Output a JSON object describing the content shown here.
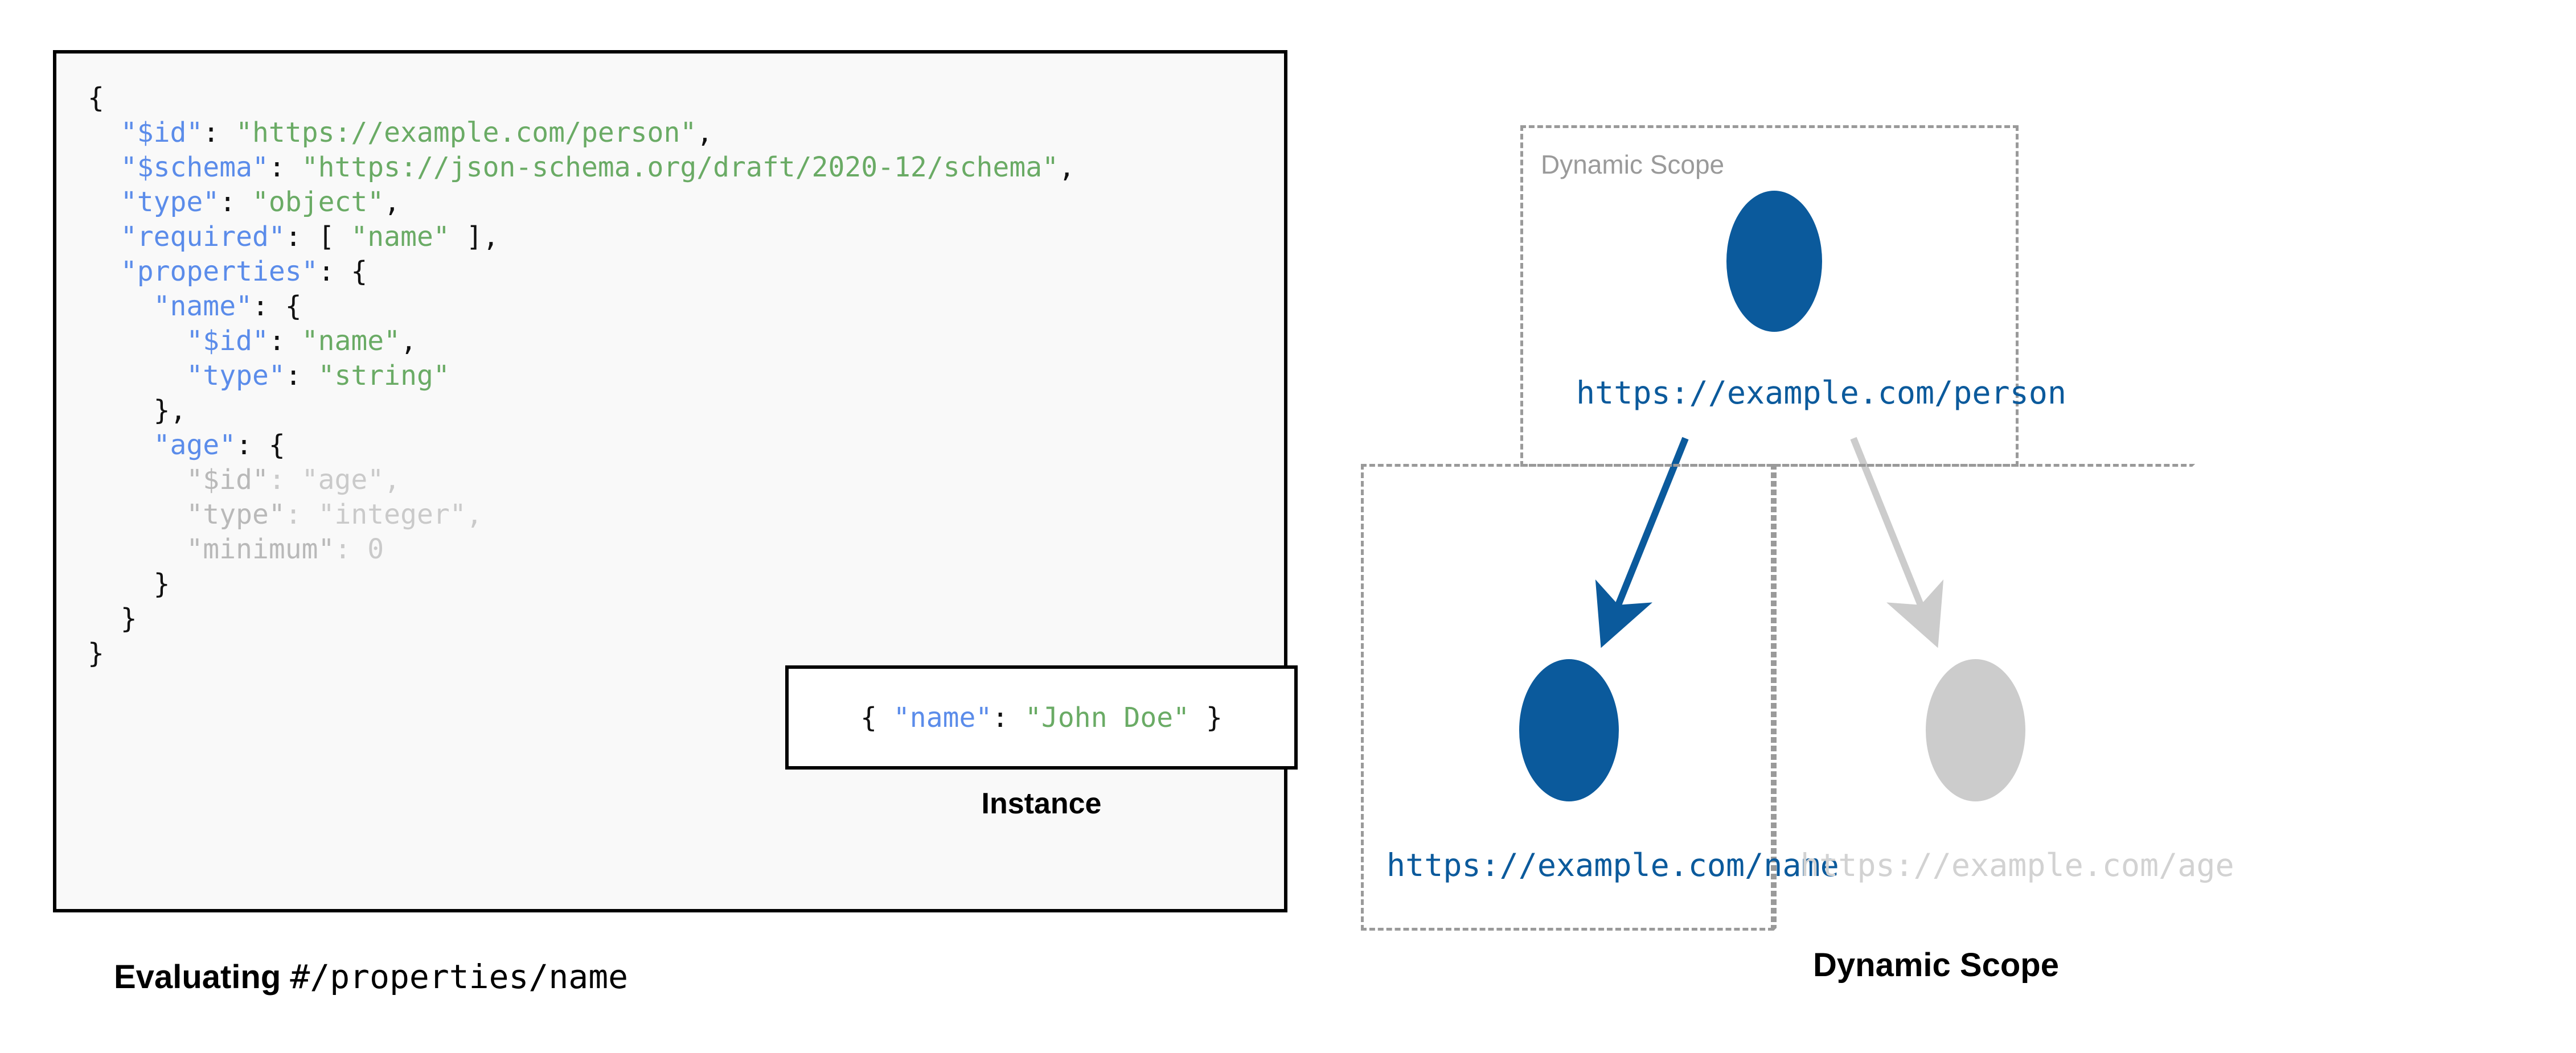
{
  "left": {
    "code_lines": [
      [
        {
          "t": "{",
          "c": "p"
        }
      ],
      [
        {
          "t": "  ",
          "c": "p"
        },
        {
          "t": "\"$id\"",
          "c": "k"
        },
        {
          "t": ": ",
          "c": "p"
        },
        {
          "t": "\"https://example.com/person\"",
          "c": "s"
        },
        {
          "t": ",",
          "c": "p"
        }
      ],
      [
        {
          "t": "  ",
          "c": "p"
        },
        {
          "t": "\"$schema\"",
          "c": "k"
        },
        {
          "t": ": ",
          "c": "p"
        },
        {
          "t": "\"https://json-schema.org/draft/2020-12/schema\"",
          "c": "s"
        },
        {
          "t": ",",
          "c": "p"
        }
      ],
      [
        {
          "t": "  ",
          "c": "p"
        },
        {
          "t": "\"type\"",
          "c": "k"
        },
        {
          "t": ": ",
          "c": "p"
        },
        {
          "t": "\"object\"",
          "c": "s"
        },
        {
          "t": ",",
          "c": "p"
        }
      ],
      [
        {
          "t": "  ",
          "c": "p"
        },
        {
          "t": "\"required\"",
          "c": "k"
        },
        {
          "t": ": [ ",
          "c": "p"
        },
        {
          "t": "\"name\"",
          "c": "s"
        },
        {
          "t": " ],",
          "c": "p"
        }
      ],
      [
        {
          "t": "  ",
          "c": "p"
        },
        {
          "t": "\"properties\"",
          "c": "k"
        },
        {
          "t": ": {",
          "c": "p"
        }
      ],
      [
        {
          "t": "    ",
          "c": "p"
        },
        {
          "t": "\"name\"",
          "c": "k"
        },
        {
          "t": ": {",
          "c": "p"
        }
      ],
      [
        {
          "t": "      ",
          "c": "p"
        },
        {
          "t": "\"$id\"",
          "c": "k"
        },
        {
          "t": ": ",
          "c": "p"
        },
        {
          "t": "\"name\"",
          "c": "s"
        },
        {
          "t": ",",
          "c": "p"
        }
      ],
      [
        {
          "t": "      ",
          "c": "p"
        },
        {
          "t": "\"type\"",
          "c": "k"
        },
        {
          "t": ": ",
          "c": "p"
        },
        {
          "t": "\"string\"",
          "c": "s"
        }
      ],
      [
        {
          "t": "    },",
          "c": "p"
        }
      ],
      [
        {
          "t": "    ",
          "c": "p"
        },
        {
          "t": "\"age\"",
          "c": "k"
        },
        {
          "t": ": {",
          "c": "p"
        }
      ],
      [
        {
          "t": "      ",
          "c": "p"
        },
        {
          "t": "\"$id\"",
          "c": "dim-k"
        },
        {
          "t": ": ",
          "c": "dim-s"
        },
        {
          "t": "\"age\"",
          "c": "dim-s"
        },
        {
          "t": ",",
          "c": "dim-s"
        }
      ],
      [
        {
          "t": "      ",
          "c": "p"
        },
        {
          "t": "\"type\"",
          "c": "dim-k"
        },
        {
          "t": ": ",
          "c": "dim-s"
        },
        {
          "t": "\"integer\"",
          "c": "dim-s"
        },
        {
          "t": ",",
          "c": "dim-s"
        }
      ],
      [
        {
          "t": "      ",
          "c": "p"
        },
        {
          "t": "\"minimum\"",
          "c": "dim-k"
        },
        {
          "t": ": ",
          "c": "dim-s"
        },
        {
          "t": "0",
          "c": "dim-n"
        }
      ],
      [
        {
          "t": "    }",
          "c": "p"
        }
      ],
      [
        {
          "t": "  }",
          "c": "p"
        }
      ],
      [
        {
          "t": "}",
          "c": "p"
        }
      ]
    ],
    "instance": {
      "line": [
        {
          "t": "{ ",
          "c": "p"
        },
        {
          "t": "\"name\"",
          "c": "k"
        },
        {
          "t": ": ",
          "c": "p"
        },
        {
          "t": "\"John Doe\"",
          "c": "s"
        },
        {
          "t": " }",
          "c": "p"
        }
      ],
      "caption": "Instance"
    },
    "caption_prefix": "Evaluating ",
    "caption_pointer": "#/properties/name"
  },
  "right": {
    "scope_label": "Dynamic Scope",
    "caption": "Dynamic Scope",
    "nodes": [
      {
        "id": "person",
        "label": "https://example.com/person",
        "state": "active"
      },
      {
        "id": "name",
        "label": "https://example.com/name",
        "state": "active"
      },
      {
        "id": "age",
        "label": "https://example.com/age",
        "state": "faded"
      }
    ],
    "edges": [
      {
        "from": "person",
        "to": "name",
        "state": "active"
      },
      {
        "from": "person",
        "to": "age",
        "state": "faded"
      }
    ]
  },
  "colors": {
    "accent_blue": "#0b5a9c",
    "key_blue": "#5b8cea",
    "string_green": "#6aab65",
    "faded_gray": "#cccccc",
    "dashed_gray": "#9a9a9a",
    "panel_bg": "#f9f9f9"
  }
}
